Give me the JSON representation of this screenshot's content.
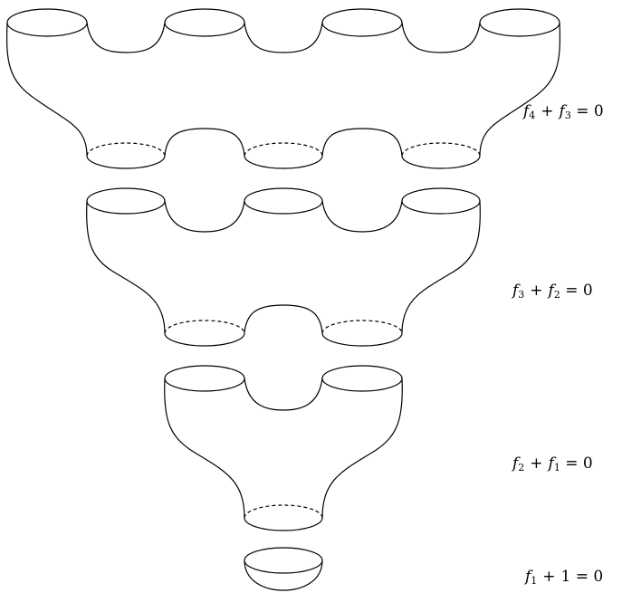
{
  "equations": [
    {
      "var": "f",
      "sub_a": "4",
      "op": "+",
      "var_b": "f",
      "sub_b": "3",
      "rhs": "= 0"
    },
    {
      "var": "f",
      "sub_a": "3",
      "op": "+",
      "var_b": "f",
      "sub_b": "2",
      "rhs": "= 0"
    },
    {
      "var": "f",
      "sub_a": "2",
      "op": "+",
      "var_b": "f",
      "sub_b": "1",
      "rhs": "= 0"
    },
    {
      "var": "f",
      "sub_a": "1",
      "op": "+",
      "const": "1",
      "rhs": "= 0"
    }
  ]
}
